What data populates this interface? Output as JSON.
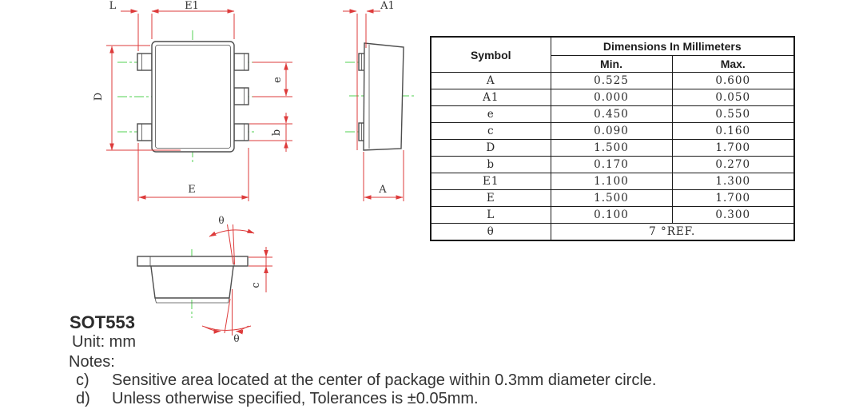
{
  "colors": {
    "dimension_red": "#dd3b3b",
    "centerline_green": "#52d052",
    "outline_gray": "#4d4d4d",
    "table_border": "#1a1a1a"
  },
  "drawings": {
    "top_view": {
      "labels": {
        "L": "L",
        "E1": "E1",
        "D": "D",
        "E": "E",
        "e": "e",
        "b": "b"
      }
    },
    "side_view": {
      "labels": {
        "A1": "A1",
        "A": "A"
      }
    },
    "front_view": {
      "labels": {
        "theta_top": "θ",
        "c": "c",
        "theta_bottom": "θ"
      }
    }
  },
  "table": {
    "col_symbol": "Symbol",
    "col_group": "Dimensions In Millimeters",
    "col_min": "Min.",
    "col_max": "Max.",
    "rows": [
      {
        "symbol": "A",
        "min": "0.525",
        "max": "0.600"
      },
      {
        "symbol": "A1",
        "min": "0.000",
        "max": "0.050"
      },
      {
        "symbol": "e",
        "min": "0.450",
        "max": "0.550"
      },
      {
        "symbol": "c",
        "min": "0.090",
        "max": "0.160"
      },
      {
        "symbol": "D",
        "min": "1.500",
        "max": "1.700"
      },
      {
        "symbol": "b",
        "min": "0.170",
        "max": "0.270"
      },
      {
        "symbol": "E1",
        "min": "1.100",
        "max": "1.300"
      },
      {
        "symbol": "E",
        "min": "1.500",
        "max": "1.700"
      },
      {
        "symbol": "L",
        "min": "0.100",
        "max": "0.300"
      }
    ],
    "theta_row": {
      "symbol": "θ",
      "value": "7 °REF."
    }
  },
  "footer": {
    "package_name": "SOT553",
    "unit": "Unit: mm",
    "notes_title": "Notes:",
    "notes": [
      {
        "id": "c)",
        "text": "Sensitive area located at the center of package within 0.3mm diameter circle."
      },
      {
        "id": "d)",
        "text": "Unless otherwise specified, Tolerances is ±0.05mm."
      }
    ]
  }
}
